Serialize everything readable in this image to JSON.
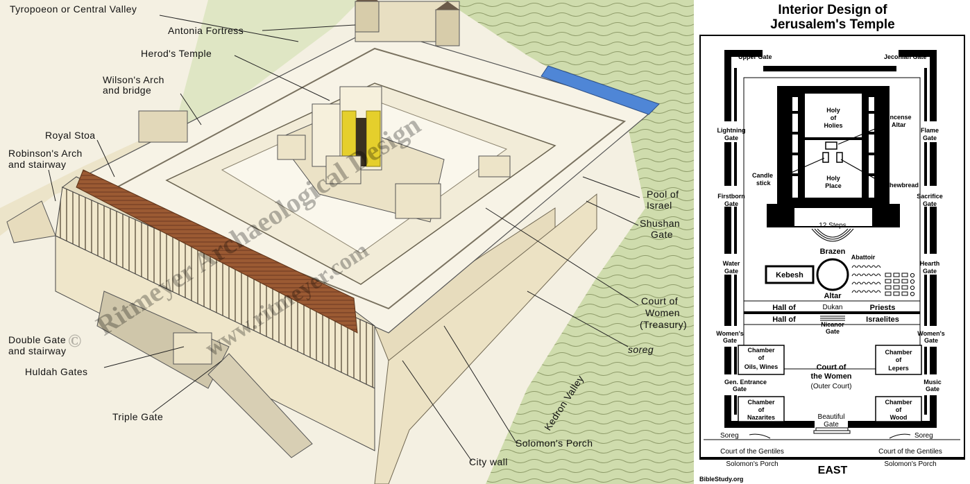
{
  "left_labels": {
    "tyropoeon": "Tyropoeon or Central Valley",
    "antonia": "Antonia Fortress",
    "herods_temple": "Herod's Temple",
    "wilsons_arch_1": "Wilson's Arch",
    "wilsons_arch_2": "and bridge",
    "royal_stoa": "Royal Stoa",
    "robinsons_1": "Robinson's Arch",
    "robinsons_2": "and stairway",
    "pool_1": "Pool of",
    "pool_2": "Israel",
    "shushan_1": "Shushan",
    "shushan_2": "Gate",
    "court_women_1": "Court of",
    "court_women_2": "Women",
    "court_women_3": "(Treasury)",
    "soreg": "soreg",
    "kedron": "Kedron Valley",
    "double_gate_1": "Double Gate",
    "double_gate_2": "and stairway",
    "huldah": "Huldah Gates",
    "triple": "Triple Gate",
    "solomons_porch": "Solomon's Porch",
    "city_wall": "City wall"
  },
  "watermark": {
    "line1": "Ritmeyer Archaeological Design",
    "line2": "www.ritmeyer.com",
    "copyright": "©"
  },
  "plan": {
    "title_1": "Interior Design of",
    "title_2": "Jerusalem's Temple",
    "upper_gate": "Upper Gate",
    "jeconiah_gate": "Jeconiah Gate",
    "lightning_1": "Lightning",
    "lightning_2": "Gate",
    "flame_1": "Flame",
    "flame_2": "Gate",
    "holy_of_1": "Holy",
    "holy_of_2": "of",
    "holy_of_3": "Holies",
    "incense_1": "Incense",
    "incense_2": "Altar",
    "candle_1": "Candle",
    "candle_2": "stick",
    "holy_place_1": "Holy",
    "holy_place_2": "Place",
    "shewbread": "Shewbread",
    "firstborn_1": "Firstborn",
    "firstborn_2": "Gate",
    "sacrifice_1": "Sacrifice",
    "sacrifice_2": "Gate",
    "twelve_steps": "12 Steps",
    "brazen": "Brazen",
    "altar": "Altar",
    "abattoir": "Abattoir",
    "kebesh": "Kebesh",
    "water_1": "Water",
    "water_2": "Gate",
    "hearth_1": "Hearth",
    "hearth_2": "Gate",
    "hall_of_1": "Hall of",
    "priests": "Priests",
    "dukan": "Dukan",
    "hall_of_2": "Hall of",
    "israelites": "Israelites",
    "nicanor_1": "Nicanor",
    "nicanor_2": "Gate",
    "womens_l_1": "Women's",
    "womens_l_2": "Gate",
    "womens_r_1": "Women's",
    "womens_r_2": "Gate",
    "oils_1": "Chamber",
    "oils_2": "of",
    "oils_3": "Oils, Wines",
    "lepers_1": "Chamber",
    "lepers_2": "of",
    "lepers_3": "Lepers",
    "court_1": "Court of",
    "court_2": "the Women",
    "court_3": "(Outer Court)",
    "gen_entrance_1": "Gen. Entrance",
    "gen_entrance_2": "Gate",
    "music_1": "Music",
    "music_2": "Gate",
    "nazarites_1": "Chamber",
    "nazarites_2": "of",
    "nazarites_3": "Nazarites",
    "wood_1": "Chamber",
    "wood_2": "of",
    "wood_3": "Wood",
    "beautiful_1": "Beautiful",
    "beautiful_2": "Gate",
    "soreg_l": "Soreg",
    "soreg_r": "Soreg",
    "gentiles_l": "Court of the Gentiles",
    "gentiles_r": "Court of the Gentiles",
    "porch_l": "Solomon's Porch",
    "porch_r": "Solomon's Porch",
    "east": "EAST",
    "credit": "BibleStudy.org"
  },
  "colors": {
    "hill_green": "#c9d9a4",
    "stone": "#efe7cf",
    "roof_brown": "#9b5a33",
    "temple_gold": "#e5cf2c",
    "pool_blue": "#4f86d6",
    "ink": "#000000"
  }
}
